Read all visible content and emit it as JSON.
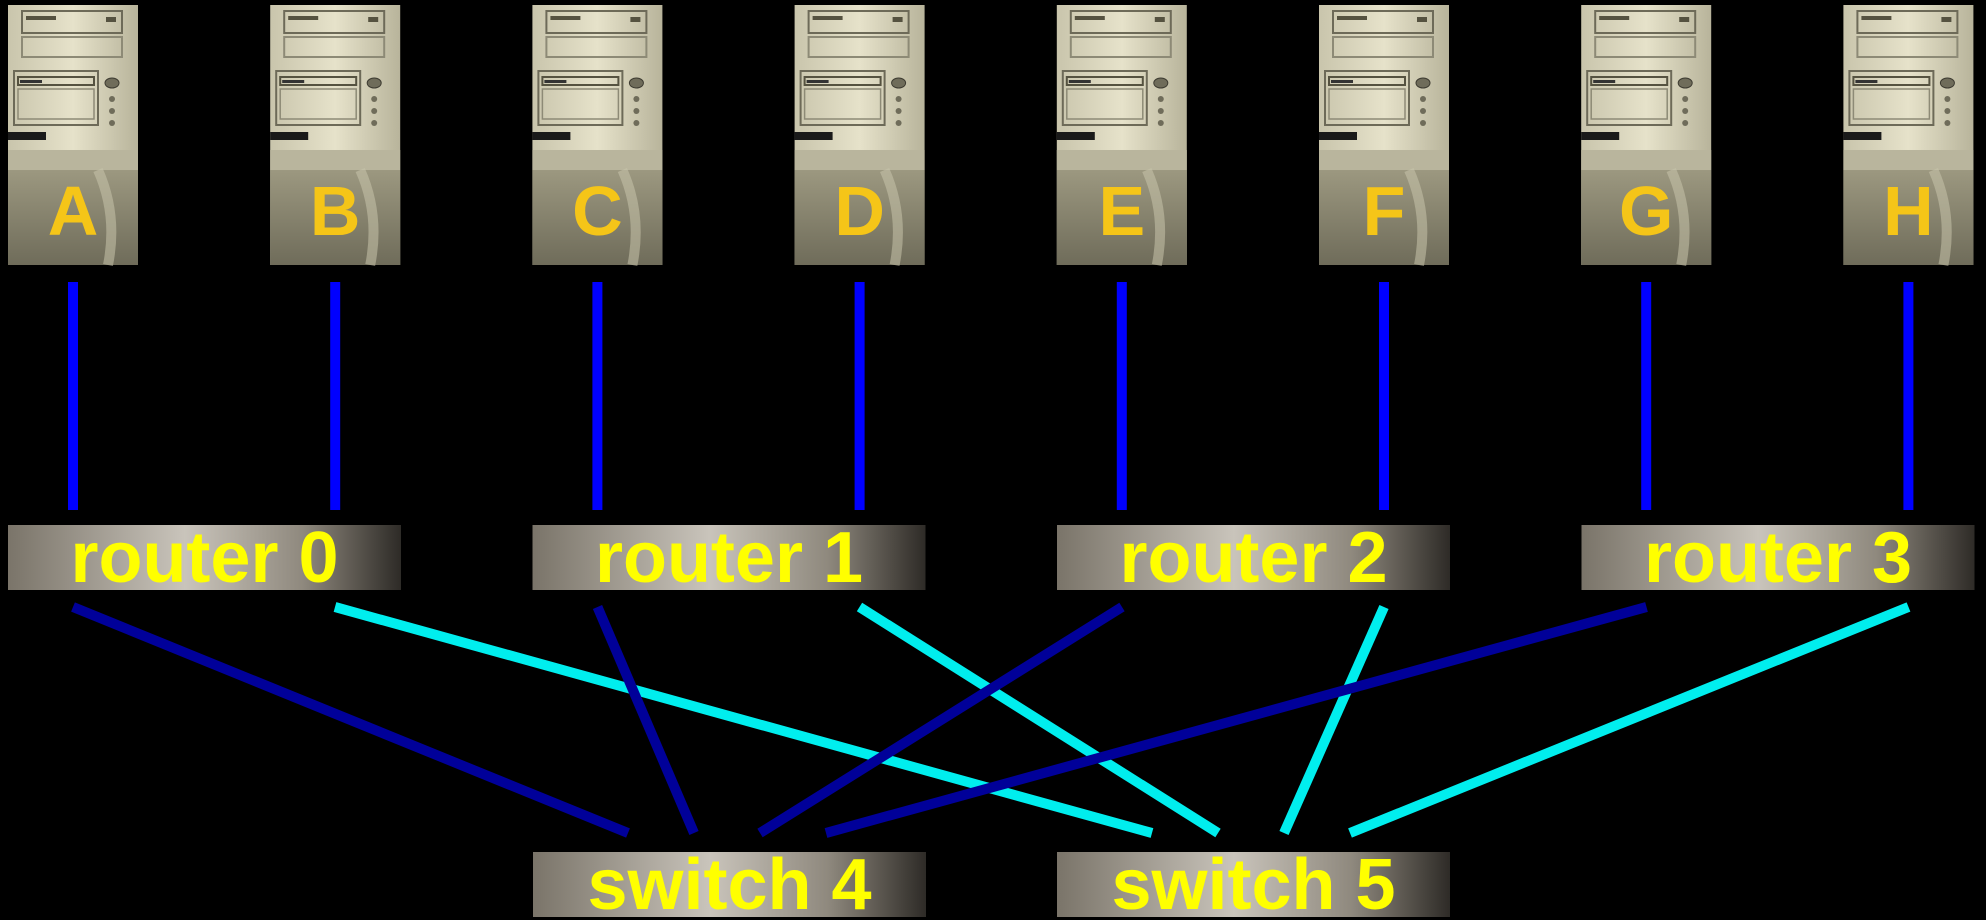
{
  "computers": [
    {
      "label": "A"
    },
    {
      "label": "B"
    },
    {
      "label": "C"
    },
    {
      "label": "D"
    },
    {
      "label": "E"
    },
    {
      "label": "F"
    },
    {
      "label": "G"
    },
    {
      "label": "H"
    }
  ],
  "routers": [
    {
      "label": "router 0"
    },
    {
      "label": "router 1"
    },
    {
      "label": "router 2"
    },
    {
      "label": "router 3"
    }
  ],
  "switches": [
    {
      "label": "switch 4"
    },
    {
      "label": "switch 5"
    }
  ],
  "links": {
    "computer_to_router": [
      {
        "from": "A",
        "to": "router 0"
      },
      {
        "from": "B",
        "to": "router 0"
      },
      {
        "from": "C",
        "to": "router 1"
      },
      {
        "from": "D",
        "to": "router 1"
      },
      {
        "from": "E",
        "to": "router 2"
      },
      {
        "from": "F",
        "to": "router 2"
      },
      {
        "from": "G",
        "to": "router 3"
      },
      {
        "from": "H",
        "to": "router 3"
      }
    ],
    "router_to_switch": [
      {
        "from": "router 0",
        "to": "switch 4"
      },
      {
        "from": "router 0",
        "to": "switch 5"
      },
      {
        "from": "router 1",
        "to": "switch 4"
      },
      {
        "from": "router 1",
        "to": "switch 5"
      },
      {
        "from": "router 2",
        "to": "switch 4"
      },
      {
        "from": "router 2",
        "to": "switch 5"
      },
      {
        "from": "router 3",
        "to": "switch 4"
      },
      {
        "from": "router 3",
        "to": "switch 5"
      }
    ]
  },
  "colors": {
    "background": "#000000",
    "computer_label": "#f5c518",
    "node_label": "#ffff00",
    "computer_link": "#0000ff",
    "switch4_link": "#000099",
    "switch5_link": "#00eeee"
  }
}
